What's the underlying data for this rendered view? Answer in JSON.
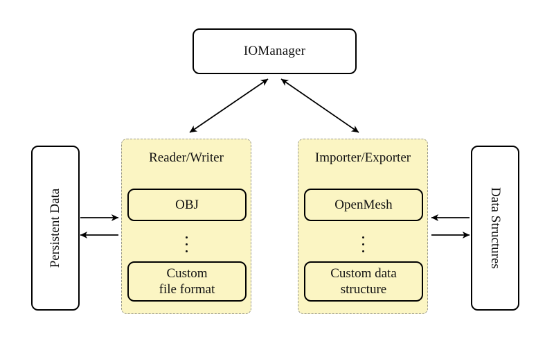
{
  "diagram": {
    "nodes": {
      "iomanager": {
        "label": "IOManager"
      },
      "persistent_data": {
        "label": "Persistent Data"
      },
      "data_structures": {
        "label": "Data Structures"
      },
      "reader_writer": {
        "label": "Reader/Writer",
        "first_item": "OBJ",
        "ellipsis": "vertical-dots",
        "last_item_line1": "Custom",
        "last_item_line2": "file format"
      },
      "importer_exporter": {
        "label": "Importer/Exporter",
        "first_item": "OpenMesh",
        "ellipsis": "vertical-dots",
        "last_item_line1": "Custom data",
        "last_item_line2": "structure"
      }
    },
    "edges": [
      {
        "from": "iomanager",
        "to": "reader_writer",
        "type": "bidirectional"
      },
      {
        "from": "iomanager",
        "to": "importer_exporter",
        "type": "bidirectional"
      },
      {
        "from": "persistent_data",
        "to": "reader_writer",
        "type": "one-way"
      },
      {
        "from": "reader_writer",
        "to": "persistent_data",
        "type": "one-way"
      },
      {
        "from": "data_structures",
        "to": "importer_exporter",
        "type": "one-way"
      },
      {
        "from": "importer_exporter",
        "to": "data_structures",
        "type": "one-way"
      }
    ],
    "colors": {
      "background": "#ffffff",
      "node_fill": "#ffffff",
      "node_border": "#000000",
      "group_fill": "#fbf5c3",
      "group_border": "#98988c",
      "arrow": "#000000"
    }
  }
}
